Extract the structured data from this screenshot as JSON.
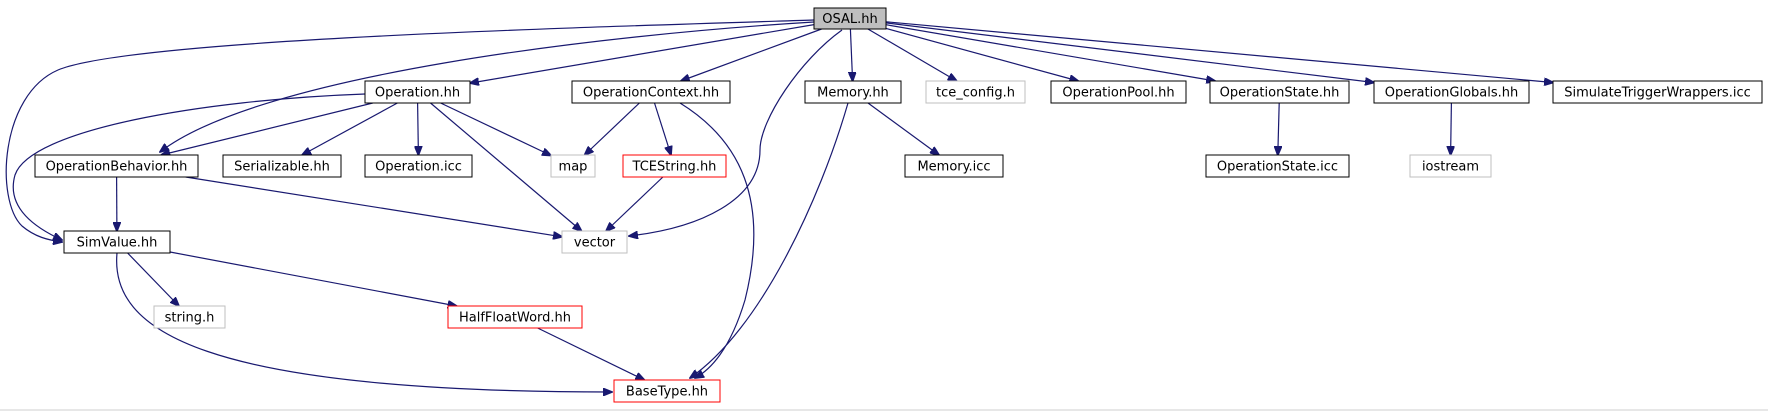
{
  "colors": {
    "edge": "#191970",
    "root_fill": "#bfbfbf",
    "border_normal": "#000000",
    "border_missing": "#bfbfbf",
    "border_truncated": "#ff0000"
  },
  "nodes": [
    {
      "id": "osal",
      "label": "OSAL.hh",
      "style": "root"
    },
    {
      "id": "operation",
      "label": "Operation.hh",
      "style": "normal"
    },
    {
      "id": "opcontext",
      "label": "OperationContext.hh",
      "style": "normal"
    },
    {
      "id": "memory",
      "label": "Memory.hh",
      "style": "normal"
    },
    {
      "id": "tceconfig",
      "label": "tce_config.h",
      "style": "missing"
    },
    {
      "id": "oppool",
      "label": "OperationPool.hh",
      "style": "normal"
    },
    {
      "id": "opstate",
      "label": "OperationState.hh",
      "style": "normal"
    },
    {
      "id": "opglobals",
      "label": "OperationGlobals.hh",
      "style": "normal"
    },
    {
      "id": "simtrig",
      "label": "SimulateTriggerWrappers.icc",
      "style": "normal"
    },
    {
      "id": "opbehavior",
      "label": "OperationBehavior.hh",
      "style": "normal"
    },
    {
      "id": "serializable",
      "label": "Serializable.hh",
      "style": "normal"
    },
    {
      "id": "opicc",
      "label": "Operation.icc",
      "style": "normal"
    },
    {
      "id": "map",
      "label": "map",
      "style": "missing"
    },
    {
      "id": "tcestring",
      "label": "TCEString.hh",
      "style": "truncated"
    },
    {
      "id": "memicc",
      "label": "Memory.icc",
      "style": "normal"
    },
    {
      "id": "opstateicc",
      "label": "OperationState.icc",
      "style": "normal"
    },
    {
      "id": "iostream",
      "label": "iostream",
      "style": "missing"
    },
    {
      "id": "simvalue",
      "label": "SimValue.hh",
      "style": "normal"
    },
    {
      "id": "vector",
      "label": "vector",
      "style": "missing"
    },
    {
      "id": "stringh",
      "label": "string.h",
      "style": "missing"
    },
    {
      "id": "halffloat",
      "label": "HalfFloatWord.hh",
      "style": "truncated"
    },
    {
      "id": "basetype",
      "label": "BaseType.hh",
      "style": "truncated"
    }
  ],
  "edges": [
    {
      "from": "osal",
      "to": "operation"
    },
    {
      "from": "osal",
      "to": "opcontext"
    },
    {
      "from": "osal",
      "to": "memory"
    },
    {
      "from": "osal",
      "to": "tceconfig"
    },
    {
      "from": "osal",
      "to": "oppool"
    },
    {
      "from": "osal",
      "to": "opstate"
    },
    {
      "from": "osal",
      "to": "opglobals"
    },
    {
      "from": "osal",
      "to": "simtrig"
    },
    {
      "from": "osal",
      "to": "opbehavior"
    },
    {
      "from": "osal",
      "to": "simvalue"
    },
    {
      "from": "osal",
      "to": "vector"
    },
    {
      "from": "operation",
      "to": "opbehavior"
    },
    {
      "from": "operation",
      "to": "serializable"
    },
    {
      "from": "operation",
      "to": "opicc"
    },
    {
      "from": "operation",
      "to": "map"
    },
    {
      "from": "operation",
      "to": "vector"
    },
    {
      "from": "operation",
      "to": "simvalue"
    },
    {
      "from": "opcontext",
      "to": "map"
    },
    {
      "from": "opcontext",
      "to": "tcestring"
    },
    {
      "from": "opcontext",
      "to": "basetype"
    },
    {
      "from": "memory",
      "to": "memicc"
    },
    {
      "from": "memory",
      "to": "basetype"
    },
    {
      "from": "opstate",
      "to": "opstateicc"
    },
    {
      "from": "opglobals",
      "to": "iostream"
    },
    {
      "from": "opbehavior",
      "to": "simvalue"
    },
    {
      "from": "opbehavior",
      "to": "vector"
    },
    {
      "from": "tcestring",
      "to": "vector"
    },
    {
      "from": "simvalue",
      "to": "stringh"
    },
    {
      "from": "simvalue",
      "to": "halffloat"
    },
    {
      "from": "simvalue",
      "to": "basetype"
    },
    {
      "from": "halffloat",
      "to": "basetype"
    }
  ]
}
